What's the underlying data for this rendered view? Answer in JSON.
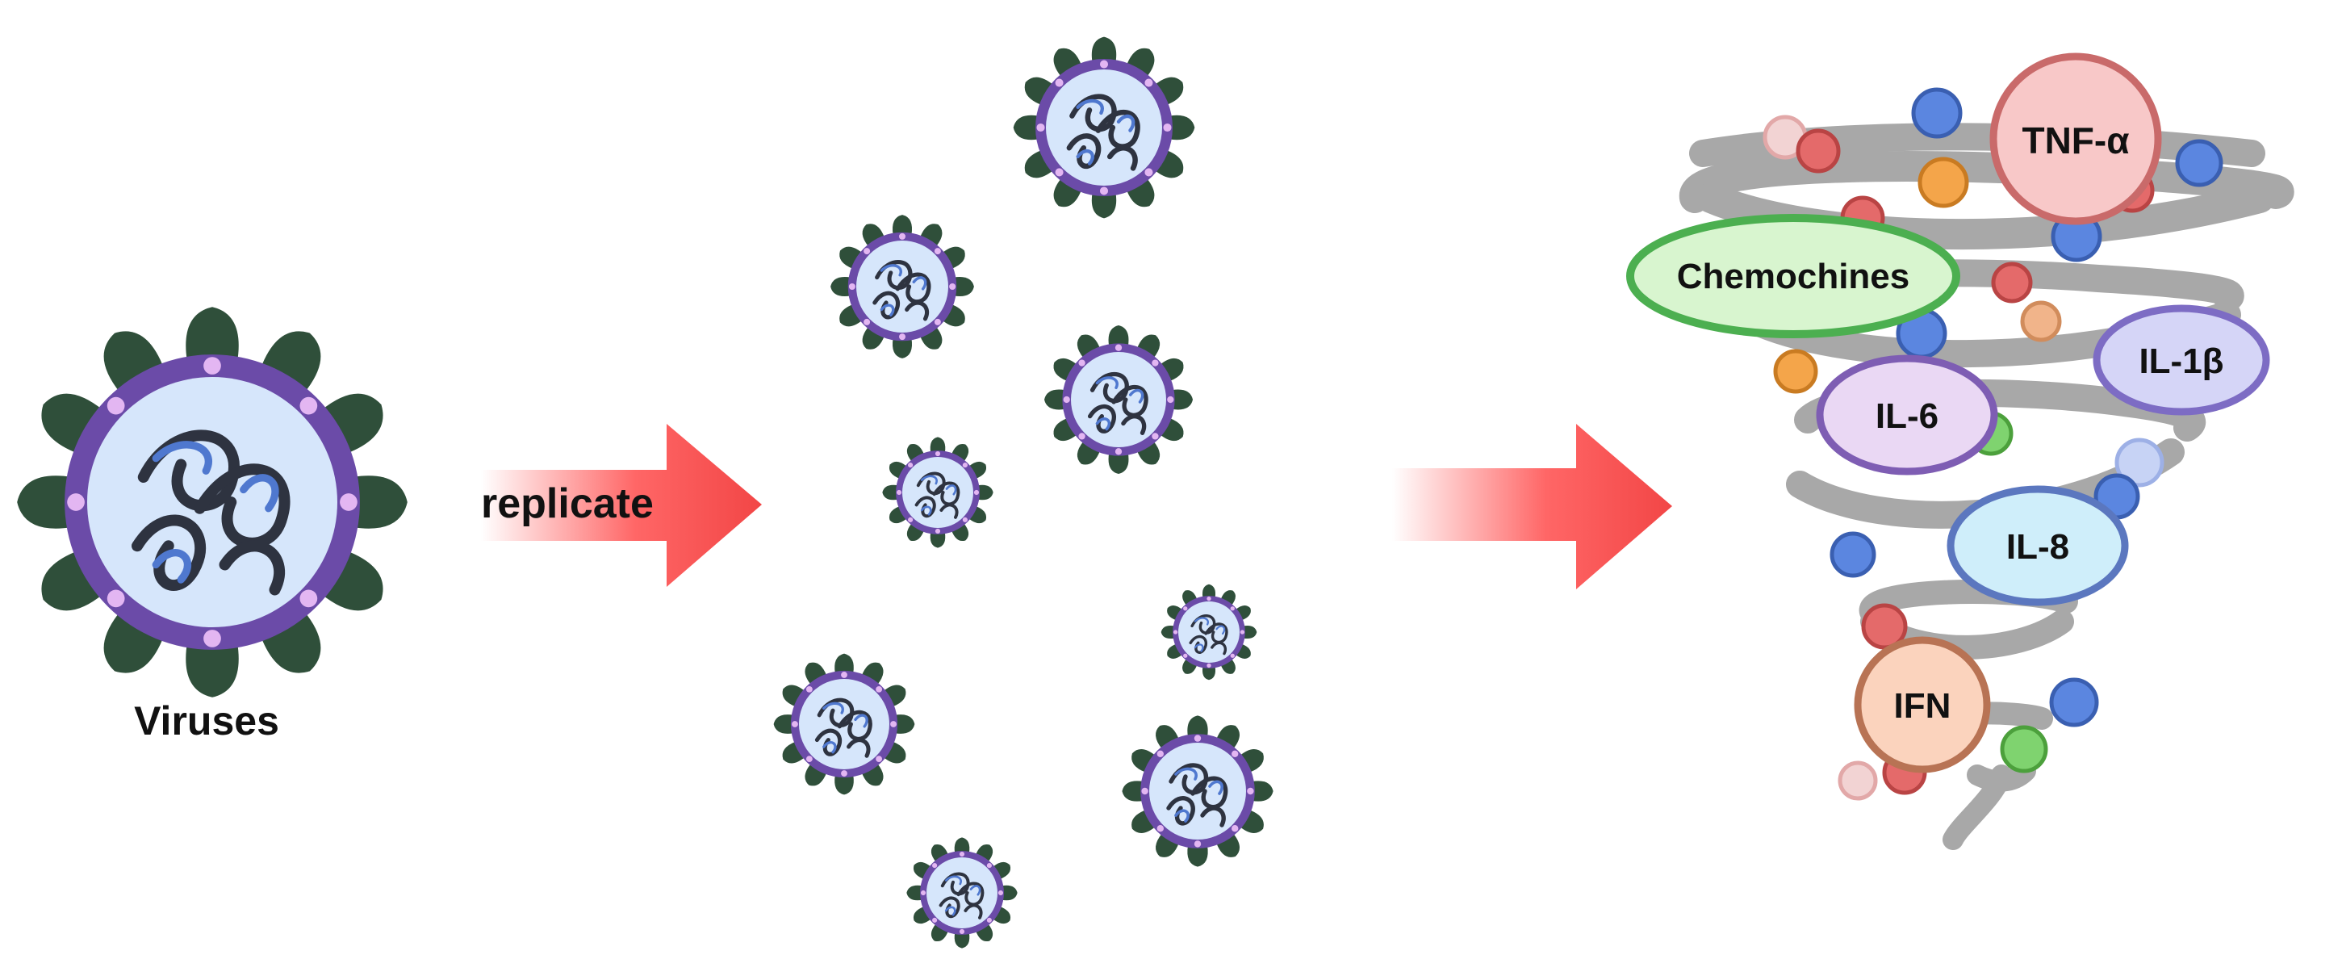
{
  "labels": {
    "virus": "Viruses",
    "replicate": "replicate"
  },
  "cytokines": [
    {
      "id": "tnf",
      "text": "TNF-α",
      "fill": "#f8c8c8",
      "stroke": "#c96a6a"
    },
    {
      "id": "chemo",
      "text": "Chemochines",
      "fill": "#d8f5cf",
      "stroke": "#4caf50"
    },
    {
      "id": "il1b",
      "text": "IL-1β",
      "fill": "#d5d5f7",
      "stroke": "#7d6cc4"
    },
    {
      "id": "il6",
      "text": "IL-6",
      "fill": "#ead8f4",
      "stroke": "#7e5db3"
    },
    {
      "id": "il8",
      "text": "IL-8",
      "fill": "#cfeefa",
      "stroke": "#5b77bf"
    },
    {
      "id": "ifn",
      "text": "IFN",
      "fill": "#fbd3bd",
      "stroke": "#b87354"
    }
  ],
  "colors": {
    "virus_membrane": "#6b4ba8",
    "virus_core": "#d6e6fb",
    "virus_spike": "#2f4f3a",
    "arrow": "#f25050",
    "tornado": "#a8a8a8"
  }
}
